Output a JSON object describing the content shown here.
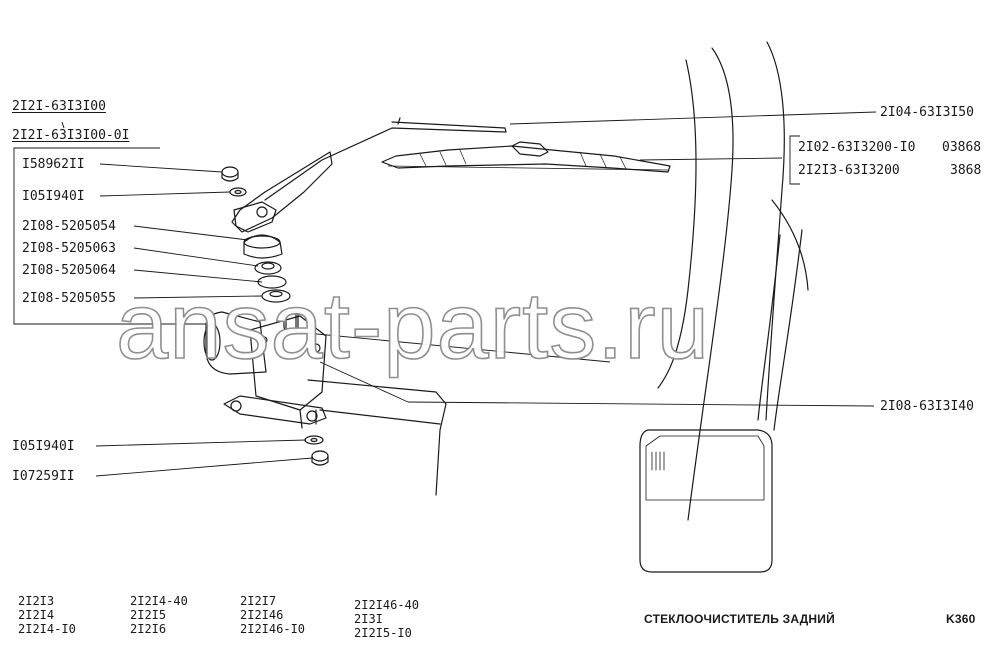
{
  "assemblies": {
    "primary": "2I2I-63I3I00",
    "alternate": "2I2I-63I3I00-0I"
  },
  "left_callouts": [
    {
      "code": "I58962II"
    },
    {
      "code": "I05I940I"
    },
    {
      "code": "2I08-5205054"
    },
    {
      "code": "2I08-5205063"
    },
    {
      "code": "2I08-5205064"
    },
    {
      "code": "2I08-5205055"
    },
    {
      "code": "I05I940I"
    },
    {
      "code": "I07259II"
    }
  ],
  "right_callouts": {
    "arm": "2I04-63I3I50",
    "blades": [
      {
        "code": "2I02-63I3200-I0",
        "ref": "03868"
      },
      {
        "code": "2I2I3-63I3200",
        "ref": "3868"
      }
    ],
    "motor": "2I08-63I3I40"
  },
  "models": [
    [
      "2I2I3",
      "2I2I4",
      "2I2I4-I0"
    ],
    [
      "2I2I4-40",
      "2I2I5",
      "2I2I6"
    ],
    [
      "2I2I7",
      "2I2I46",
      "2I2I46-I0"
    ],
    [
      "2I2I46-40",
      "2I3I",
      "2I2I5-I0"
    ]
  ],
  "caption": "СТЕКЛООЧИСТИТЕЛЬ ЗАДНИЙ",
  "page_code": "K360",
  "watermark": "ansat-parts.ru",
  "colors": {
    "ink": "#1a1a1a",
    "watermark_outline": "#8a8a8a"
  }
}
